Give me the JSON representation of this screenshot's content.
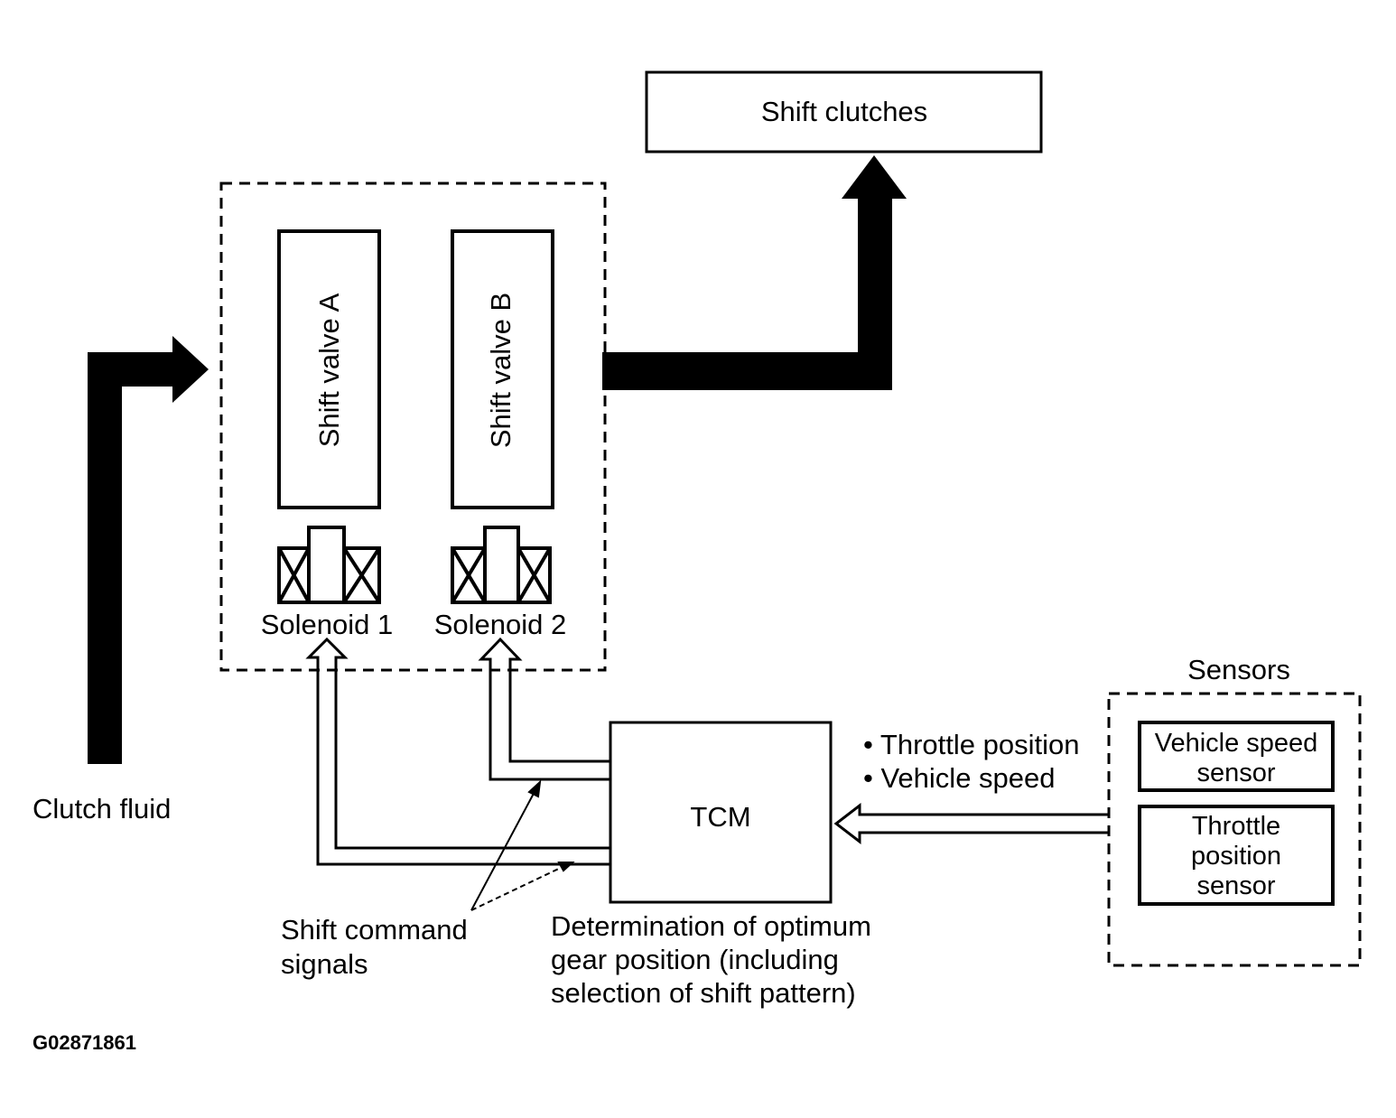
{
  "boxes": {
    "shift_clutches": "Shift clutches",
    "shift_valve_a": "Shift valve A",
    "shift_valve_b": "Shift valve B",
    "solenoid_1": "Solenoid 1",
    "solenoid_2": "Solenoid 2",
    "tcm": "TCM",
    "sensors_group": "Sensors",
    "vehicle_speed_sensor": [
      "Vehicle speed",
      "sensor"
    ],
    "throttle_position_sensor": [
      "Throttle",
      "position",
      "sensor"
    ]
  },
  "labels": {
    "clutch_fluid": "Clutch fluid",
    "inputs": [
      "• Throttle position",
      "• Vehicle speed"
    ],
    "shift_command_signals": [
      "Shift command",
      "signals"
    ],
    "determination": [
      "Determination of optimum",
      "gear position (including",
      "selection of shift pattern)"
    ],
    "figure_code": "G02871861"
  }
}
